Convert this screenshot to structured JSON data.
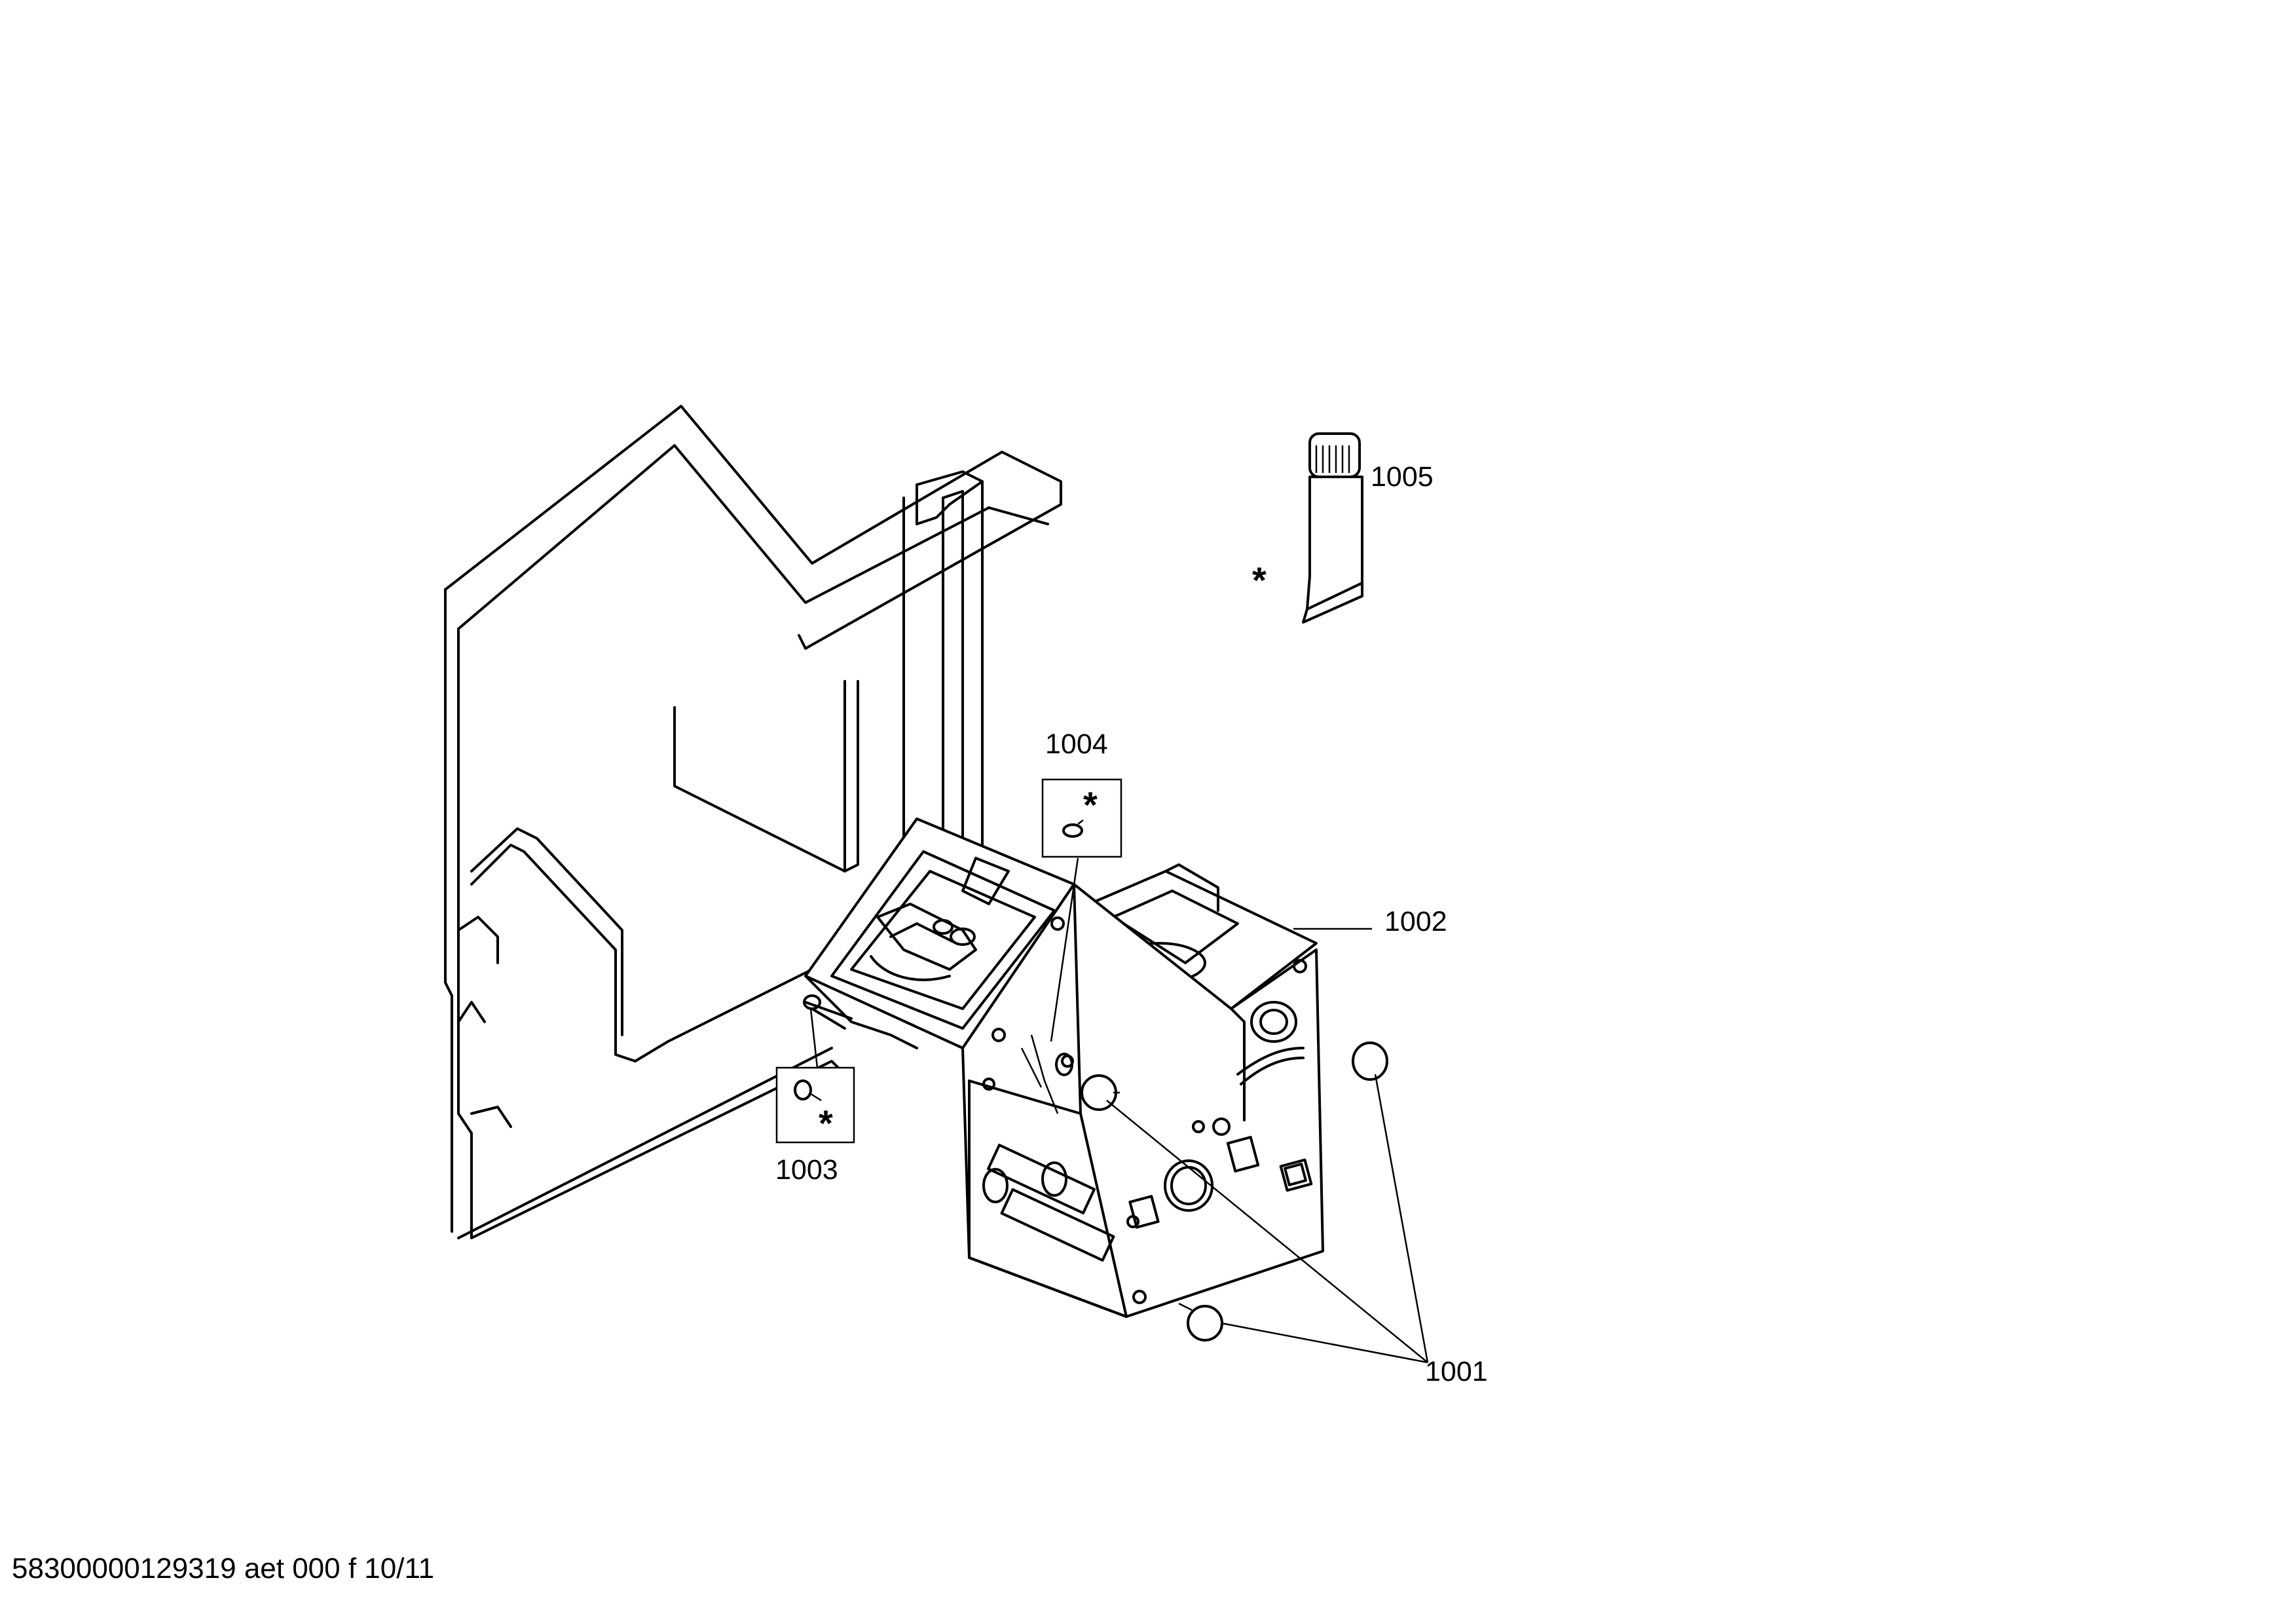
{
  "callouts": {
    "c1001": "1001",
    "c1002": "1002",
    "c1003": "1003",
    "c1004": "1004",
    "c1005": "1005"
  },
  "marks": {
    "star": "*"
  },
  "footer": {
    "document_id": "58300000129319 aet 000 f 10/11"
  }
}
